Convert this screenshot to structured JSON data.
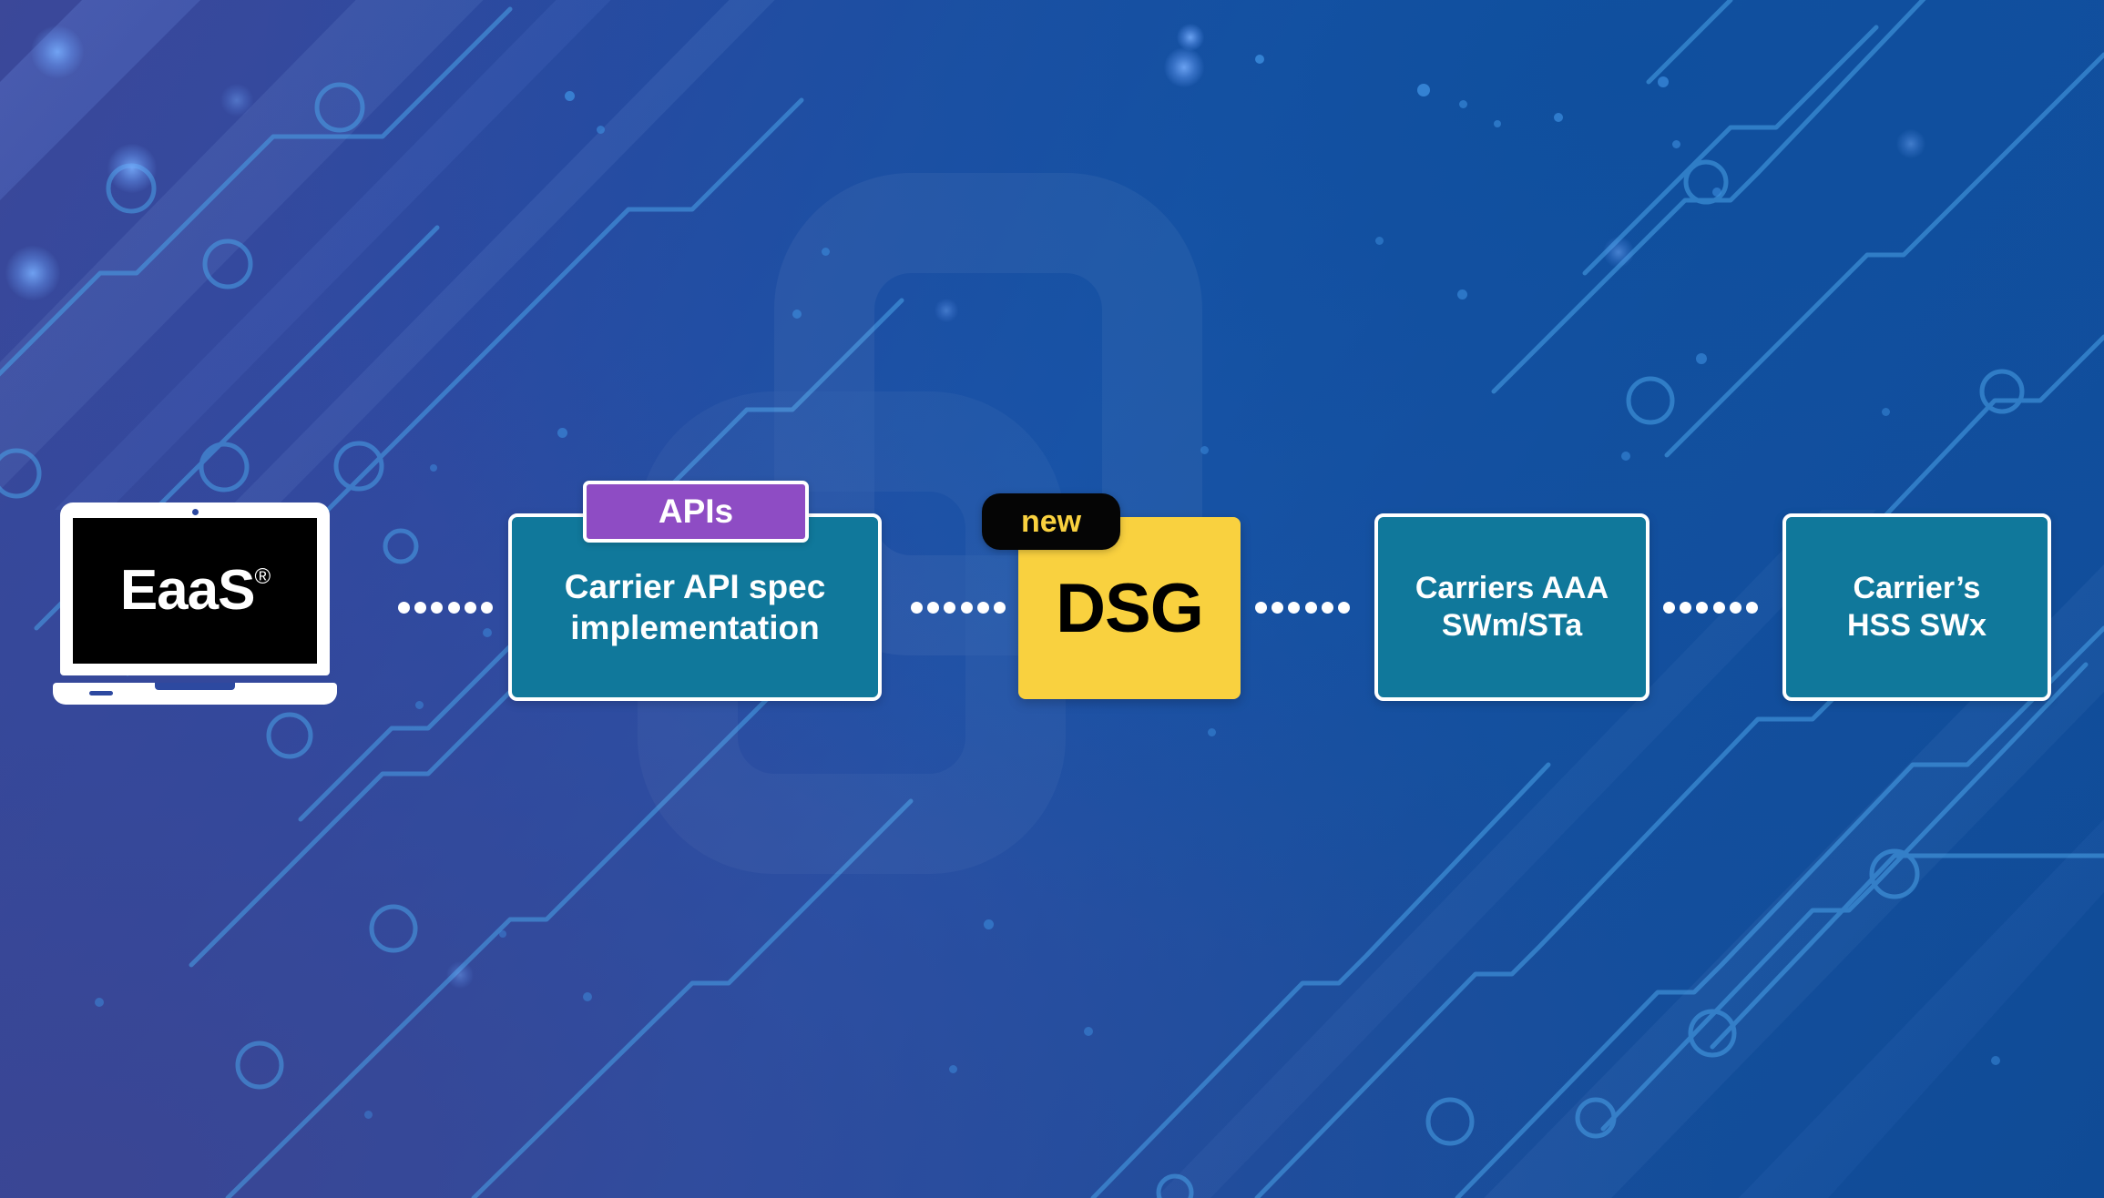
{
  "theme": {
    "bg_gradient_start": "#3b4899",
    "bg_gradient_end": "#0f4b96",
    "teal": "#10789b",
    "purple": "#8e4cc4",
    "yellow": "#f9d13f",
    "black": "#050505",
    "white": "#ffffff",
    "trace_color": "#4aa3e8"
  },
  "diagram": {
    "type": "flow",
    "laptop": {
      "brand": "EaaS",
      "trademark": "®"
    },
    "nodes": [
      {
        "id": "eaas",
        "label": "EaaS®",
        "kind": "device"
      },
      {
        "id": "api",
        "label_line1": "Carrier API spec",
        "label_line2": "implementation",
        "tag": "APIs",
        "kind": "teal-box"
      },
      {
        "id": "dsg",
        "label": "DSG",
        "badge": "new",
        "kind": "yellow-box"
      },
      {
        "id": "aaa",
        "label_line1": "Carriers AAA",
        "label_line2": "SWm/STa",
        "kind": "teal-box"
      },
      {
        "id": "hss",
        "label_line1": "Carrier’s",
        "label_line2": "HSS SWx",
        "kind": "teal-box"
      }
    ],
    "connectors": [
      {
        "from": "eaas",
        "to": "api",
        "style": "dotted",
        "dots": 6
      },
      {
        "from": "api",
        "to": "dsg",
        "style": "dotted",
        "dots": 6
      },
      {
        "from": "dsg",
        "to": "aaa",
        "style": "dotted",
        "dots": 6
      },
      {
        "from": "aaa",
        "to": "hss",
        "style": "dotted",
        "dots": 6
      }
    ]
  }
}
